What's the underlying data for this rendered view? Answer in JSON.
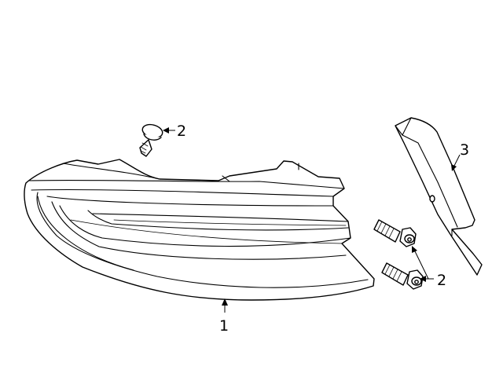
{
  "callouts": {
    "part1": "1",
    "part2_top": "2",
    "part2_bottom": "2",
    "part3": "3"
  }
}
